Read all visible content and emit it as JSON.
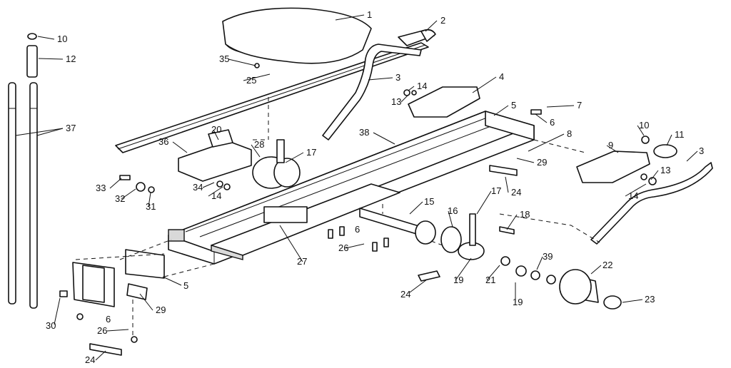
{
  "diagram": {
    "background": "#ffffff",
    "line_color": "#111111",
    "parts": [
      {
        "id": "p1",
        "label": "1"
      },
      {
        "id": "p2",
        "label": "2"
      },
      {
        "id": "p3a",
        "label": "3"
      },
      {
        "id": "p3b",
        "label": "3"
      },
      {
        "id": "p4",
        "label": "4"
      },
      {
        "id": "p5a",
        "label": "5"
      },
      {
        "id": "p5b",
        "label": "5"
      },
      {
        "id": "p6a",
        "label": "6"
      },
      {
        "id": "p6b",
        "label": "6"
      },
      {
        "id": "p6c",
        "label": "6"
      },
      {
        "id": "p7",
        "label": "7"
      },
      {
        "id": "p8",
        "label": "8"
      },
      {
        "id": "p9",
        "label": "9"
      },
      {
        "id": "p10a",
        "label": "10"
      },
      {
        "id": "p10b",
        "label": "10"
      },
      {
        "id": "p11",
        "label": "11"
      },
      {
        "id": "p12",
        "label": "12"
      },
      {
        "id": "p13a",
        "label": "13"
      },
      {
        "id": "p13b",
        "label": "13"
      },
      {
        "id": "p14a",
        "label": "14"
      },
      {
        "id": "p14b",
        "label": "14"
      },
      {
        "id": "p14c",
        "label": "14"
      },
      {
        "id": "p15",
        "label": "15"
      },
      {
        "id": "p16",
        "label": "16"
      },
      {
        "id": "p17a",
        "label": "17"
      },
      {
        "id": "p17b",
        "label": "17"
      },
      {
        "id": "p18",
        "label": "18"
      },
      {
        "id": "p19a",
        "label": "19"
      },
      {
        "id": "p19b",
        "label": "19"
      },
      {
        "id": "p20",
        "label": "20"
      },
      {
        "id": "p21",
        "label": "21"
      },
      {
        "id": "p22",
        "label": "22"
      },
      {
        "id": "p23",
        "label": "23"
      },
      {
        "id": "p24a",
        "label": "24"
      },
      {
        "id": "p24b",
        "label": "24"
      },
      {
        "id": "p24c",
        "label": "24"
      },
      {
        "id": "p25",
        "label": "25"
      },
      {
        "id": "p26a",
        "label": "26"
      },
      {
        "id": "p26b",
        "label": "26"
      },
      {
        "id": "p27",
        "label": "27"
      },
      {
        "id": "p28",
        "label": "28"
      },
      {
        "id": "p29a",
        "label": "29"
      },
      {
        "id": "p29b",
        "label": "29"
      },
      {
        "id": "p30",
        "label": "30"
      },
      {
        "id": "p31",
        "label": "31"
      },
      {
        "id": "p32",
        "label": "32"
      },
      {
        "id": "p33",
        "label": "33"
      },
      {
        "id": "p34",
        "label": "34"
      },
      {
        "id": "p35",
        "label": "35"
      },
      {
        "id": "p36",
        "label": "36"
      },
      {
        "id": "p37",
        "label": "37"
      },
      {
        "id": "p38",
        "label": "38"
      },
      {
        "id": "p39",
        "label": "39"
      }
    ]
  }
}
